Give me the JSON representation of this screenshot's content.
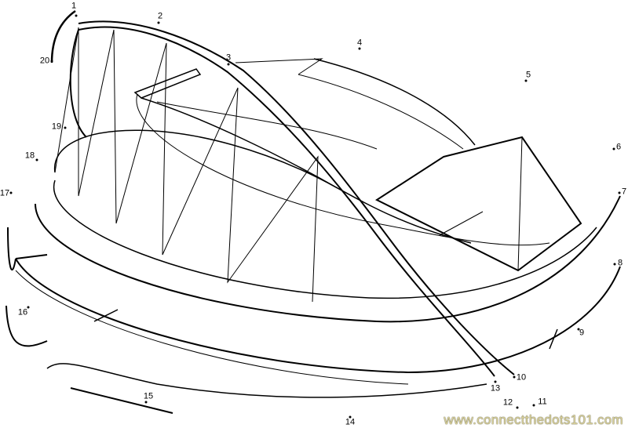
{
  "puzzle": {
    "dot_labels": [
      "1",
      "2",
      "3",
      "4",
      "5",
      "6",
      "7",
      "8",
      "9",
      "10",
      "11",
      "12",
      "13",
      "14",
      "15",
      "16",
      "17",
      "18",
      "19",
      "20"
    ]
  },
  "watermark": "www.connectthedots101.com",
  "colors": {
    "line": "#000000",
    "watermark": "#d8cf98"
  }
}
